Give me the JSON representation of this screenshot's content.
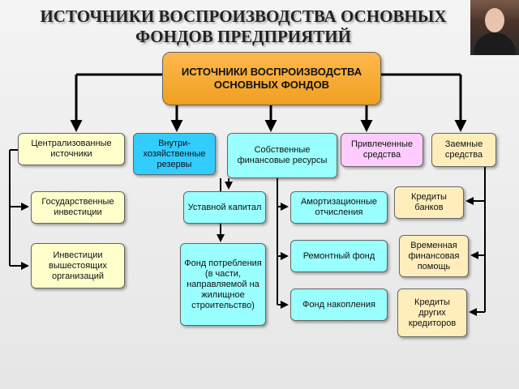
{
  "slide": {
    "title": "ИСТОЧНИКИ ВОСПРОИЗВОДСТВА ОСНОВНЫХ ФОНДОВ ПРЕДПРИЯТИЙ"
  },
  "diagram": {
    "root": "ИСТОЧНИКИ ВОСПРОИЗВОДСТВА ОСНОВНЫХ ФОНДОВ",
    "centralized": {
      "label": "Централизованные источники",
      "children": [
        "Государственные инвестиции",
        "Инвестиции вышестоящих организаций"
      ]
    },
    "internal": {
      "label": "Внутри-хозяйственные резервы"
    },
    "own": {
      "label": "Собственные финансовые ресурсы",
      "left_children": [
        "Уставной капитал",
        "Фонд потребления (в части, направляемой на жилищное строительство)"
      ],
      "right_children": [
        "Амортизационные отчисления",
        "Ремонтный фонд",
        "Фонд накопления"
      ]
    },
    "attracted": {
      "label": "Привлеченные средства"
    },
    "borrowed": {
      "label": "Заемные средства",
      "children": [
        "Кредиты банков",
        "Временная финансовая помощь",
        "Кредиты других кредиторов"
      ]
    },
    "colors": {
      "root": "#f5a623",
      "level1_yellow": "#ffffcc",
      "level1_blue": "#33ccff",
      "level1_cyan": "#99ffff",
      "level1_pink": "#ffccff",
      "tan": "#ffeebb"
    }
  }
}
